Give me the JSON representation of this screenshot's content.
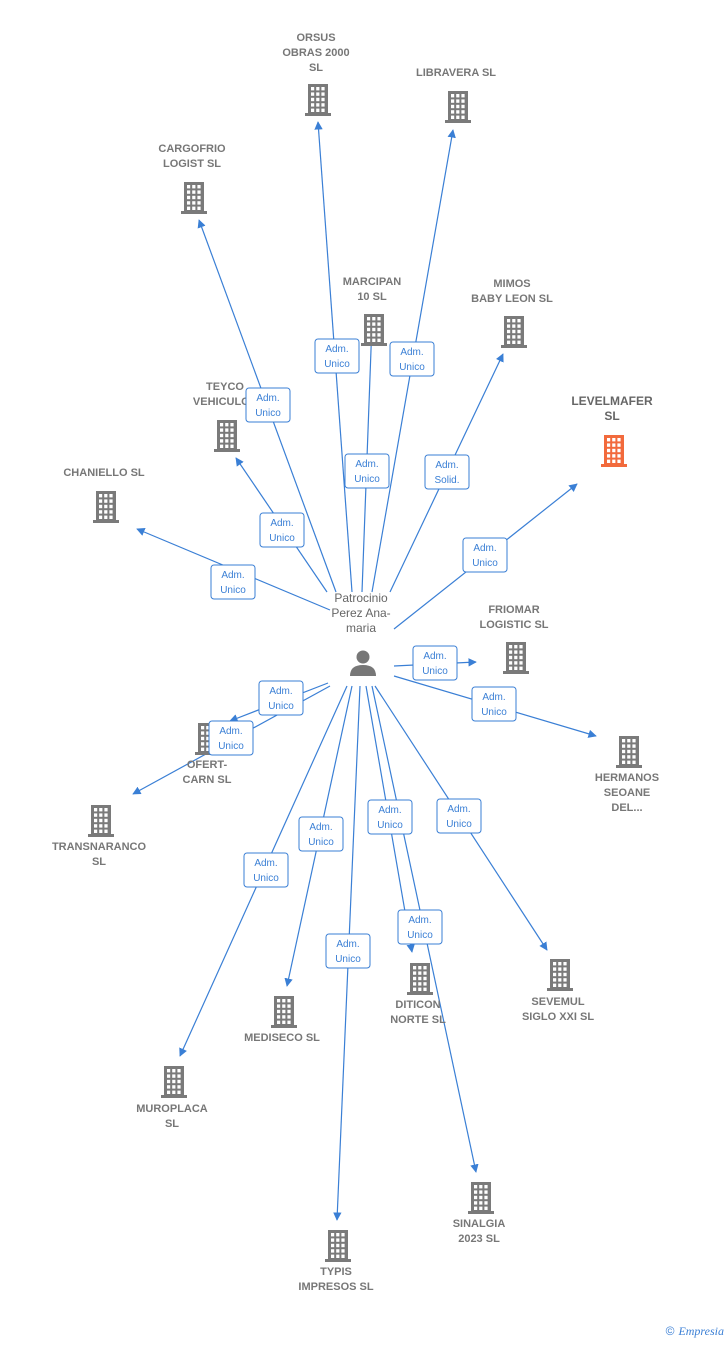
{
  "colors": {
    "edge": "#3a7fd5",
    "building": "#7a7a7a",
    "highlight": "#f26a3c",
    "text": "#777777"
  },
  "center": {
    "name_lines": [
      "Patrocinio",
      "Perez Ana-",
      "maria"
    ],
    "icon": "person-icon"
  },
  "nodes": [
    {
      "id": "orsus",
      "lines": [
        "ORSUS",
        "OBRAS 2000",
        "SL"
      ],
      "icon": "building-icon"
    },
    {
      "id": "libravera",
      "lines": [
        "LIBRAVERA  SL"
      ],
      "icon": "building-icon"
    },
    {
      "id": "cargofrio",
      "lines": [
        "CARGOFRIO",
        "LOGIST SL"
      ],
      "icon": "building-icon"
    },
    {
      "id": "marcipan",
      "lines": [
        "MARCIPAN",
        "10 SL"
      ],
      "icon": "building-icon"
    },
    {
      "id": "mimos",
      "lines": [
        "MIMOS",
        "BABY LEON SL"
      ],
      "icon": "building-icon"
    },
    {
      "id": "teyco",
      "lines": [
        "TEYCO",
        "VEHICULOS"
      ],
      "icon": "building-icon"
    },
    {
      "id": "levelmafer",
      "lines": [
        "LEVELMAFER",
        "SL"
      ],
      "icon": "building-icon",
      "highlight": true
    },
    {
      "id": "chaniello",
      "lines": [
        "CHANIELLO SL"
      ],
      "icon": "building-icon"
    },
    {
      "id": "friomar",
      "lines": [
        "FRIOMAR",
        "LOGISTIC  SL"
      ],
      "icon": "building-icon"
    },
    {
      "id": "ofert",
      "lines": [
        "OFERT-",
        "CARN SL"
      ],
      "icon": "building-icon"
    },
    {
      "id": "hermanos",
      "lines": [
        "HERMANOS",
        "SEOANE",
        "DEL..."
      ],
      "icon": "building-icon"
    },
    {
      "id": "transnaranco",
      "lines": [
        "TRANSNARANCO",
        "SL"
      ],
      "icon": "building-icon"
    },
    {
      "id": "sevemul",
      "lines": [
        "SEVEMUL",
        "SIGLO XXI SL"
      ],
      "icon": "building-icon"
    },
    {
      "id": "diticon",
      "lines": [
        "DITICON",
        "NORTE  SL"
      ],
      "icon": "building-icon"
    },
    {
      "id": "mediseco",
      "lines": [
        "MEDISECO  SL"
      ],
      "icon": "building-icon"
    },
    {
      "id": "muroplaca",
      "lines": [
        "MUROPLACA",
        "SL"
      ],
      "icon": "building-icon"
    },
    {
      "id": "sinalgia",
      "lines": [
        "SINALGIA",
        "2023  SL"
      ],
      "icon": "building-icon"
    },
    {
      "id": "typis",
      "lines": [
        "TYPIS",
        "IMPRESOS SL"
      ],
      "icon": "building-icon"
    }
  ],
  "edges": [
    {
      "to": "orsus",
      "label": [
        "Adm.",
        "Unico"
      ]
    },
    {
      "to": "libravera",
      "label": [
        "Adm.",
        "Unico"
      ]
    },
    {
      "to": "cargofrio",
      "label": [
        "Adm.",
        "Unico"
      ]
    },
    {
      "to": "marcipan",
      "label": [
        "Adm.",
        "Unico"
      ]
    },
    {
      "to": "mimos",
      "label": [
        "Adm.",
        "Solid."
      ]
    },
    {
      "to": "teyco",
      "label": [
        "Adm.",
        "Unico"
      ]
    },
    {
      "to": "levelmafer",
      "label": [
        "Adm.",
        "Unico"
      ]
    },
    {
      "to": "chaniello",
      "label": [
        "Adm.",
        "Unico"
      ]
    },
    {
      "to": "friomar",
      "label": [
        "Adm.",
        "Unico"
      ]
    },
    {
      "to": "ofert",
      "label": [
        "Adm.",
        "Unico"
      ]
    },
    {
      "to": "hermanos",
      "label": [
        "Adm.",
        "Unico"
      ]
    },
    {
      "to": "transnaranco",
      "label": [
        "Adm.",
        "Unico"
      ]
    },
    {
      "to": "sevemul",
      "label": [
        "Adm.",
        "Unico"
      ]
    },
    {
      "to": "diticon",
      "label": [
        "Adm.",
        "Unico"
      ]
    },
    {
      "to": "mediseco",
      "label": [
        "Adm.",
        "Unico"
      ]
    },
    {
      "to": "muroplaca",
      "label": [
        "Adm.",
        "Unico"
      ]
    },
    {
      "to": "sinalgia",
      "label": [
        "Adm.",
        "Unico"
      ]
    },
    {
      "to": "typis",
      "label": [
        "Adm.",
        "Unico"
      ]
    }
  ],
  "brand": {
    "copyright": "©",
    "name": "Empresia"
  }
}
